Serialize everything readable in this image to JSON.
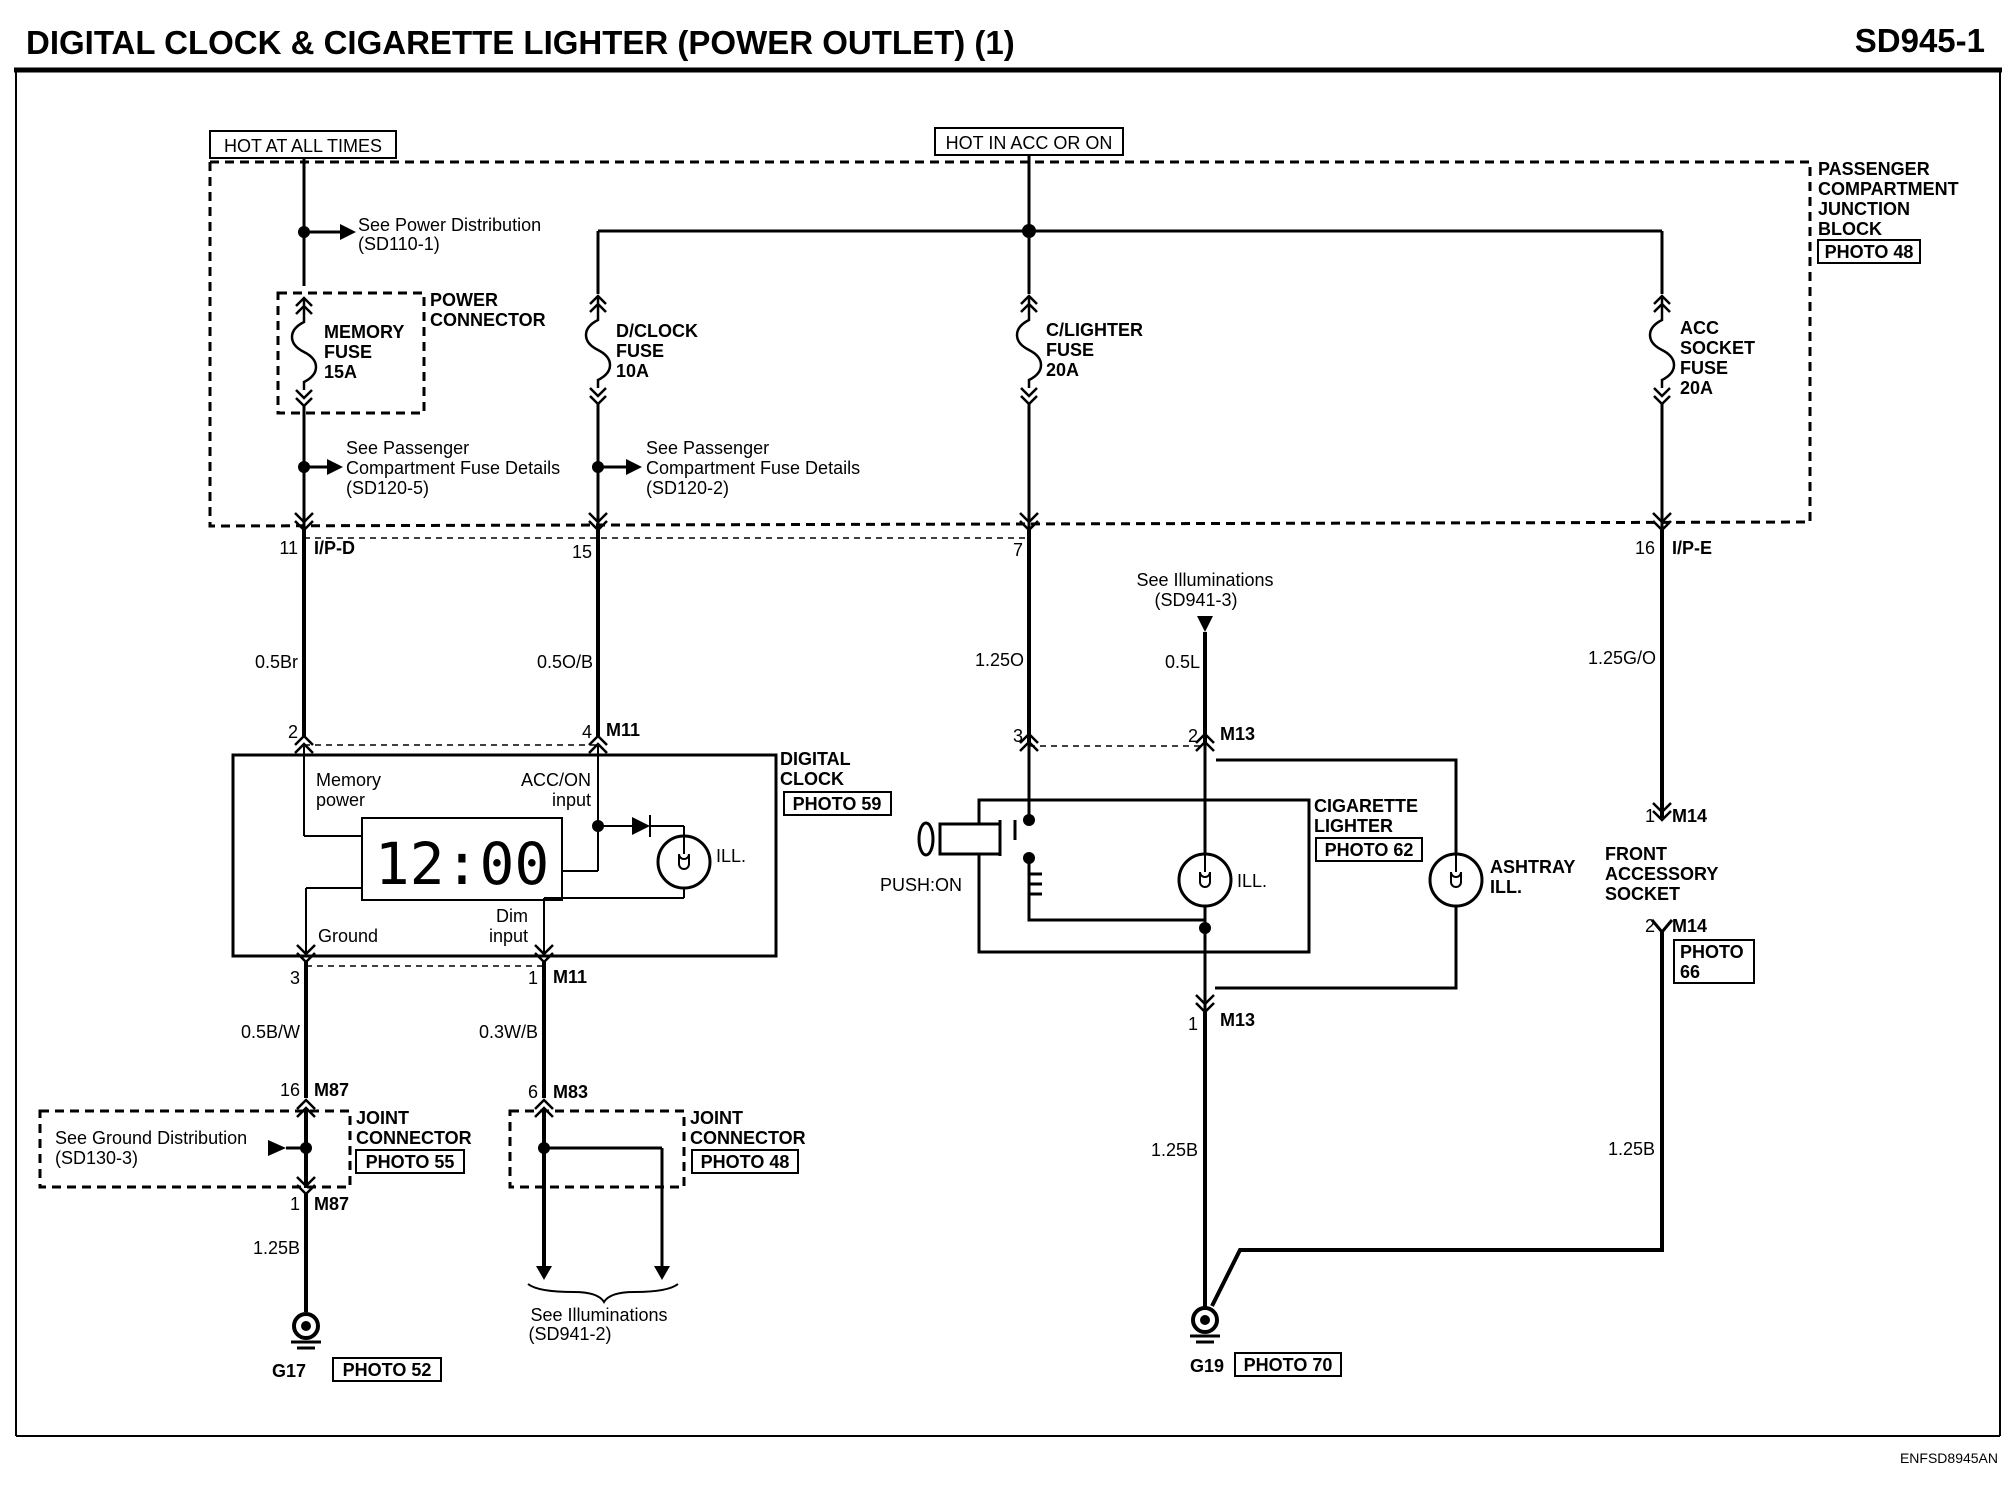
{
  "header": {
    "title": "DIGITAL CLOCK & CIGARETTE LIGHTER (POWER OUTLET) (1)",
    "code": "SD945-1"
  },
  "footer": {
    "code": "ENFSD8945AN"
  },
  "power": {
    "hot_all": "HOT AT ALL TIMES",
    "hot_acc": "HOT IN ACC OR ON"
  },
  "junction_block": {
    "l1": "PASSENGER",
    "l2": "COMPARTMENT",
    "l3": "JUNCTION",
    "l4": "BLOCK",
    "photo": "PHOTO 48"
  },
  "refs": {
    "power_dist_1": "See Power Distribution",
    "power_dist_2": "(SD110-1)",
    "fuse_details_a1": "See Passenger",
    "fuse_details_a2": "Compartment Fuse Details",
    "fuse_details_a3": "(SD120-5)",
    "fuse_details_b1": "See Passenger",
    "fuse_details_b2": "Compartment Fuse Details",
    "fuse_details_b3": "(SD120-2)",
    "illum_a1": "See Illuminations",
    "illum_a2": "(SD941-3)",
    "ground_dist_1": "See Ground Distribution",
    "ground_dist_2": "(SD130-3)",
    "illum_b1": "See Illuminations",
    "illum_b2": "(SD941-2)"
  },
  "fuses": {
    "memory": {
      "l1": "MEMORY",
      "l2": "FUSE",
      "l3": "15A"
    },
    "power_connector": {
      "l1": "POWER",
      "l2": "CONNECTOR"
    },
    "dclock": {
      "l1": "D/CLOCK",
      "l2": "FUSE",
      "l3": "10A"
    },
    "clighter": {
      "l1": "C/LIGHTER",
      "l2": "FUSE",
      "l3": "20A"
    },
    "acc": {
      "l1": "ACC",
      "l2": "SOCKET",
      "l3": "FUSE",
      "l4": "20A"
    }
  },
  "pins": {
    "p11": "11",
    "ipd": "I/P-D",
    "p15": "15",
    "p7": "7",
    "p16": "16",
    "ipe": "I/P-E",
    "c2": "2",
    "c4": "4",
    "m11a": "M11",
    "l3": "3",
    "l2": "2",
    "m13a": "M13",
    "m14a_pin": "1",
    "m14a": "M14",
    "m14b_pin": "2",
    "m14b": "M14",
    "c3": "3",
    "c1": "1",
    "m11b": "M11",
    "m13b_pin": "1",
    "m13b": "M13",
    "m87a_pin": "16",
    "m87a": "M87",
    "m87b_pin": "1",
    "m87b": "M87",
    "m83_pin": "6",
    "m83": "M83"
  },
  "wires": {
    "w1": "0.5Br",
    "w2": "0.5O/B",
    "w3": "1.25O",
    "w4": "0.5L",
    "w5": "1.25G/O",
    "w6": "0.5B/W",
    "w7": "0.3W/B",
    "w8": "1.25B",
    "w9": "1.25B",
    "w10": "1.25B"
  },
  "clock": {
    "l1": "DIGITAL",
    "l2": "CLOCK",
    "photo": "PHOTO 59",
    "memory_1": "Memory",
    "memory_2": "power",
    "acc_1": "ACC/ON",
    "acc_2": "input",
    "ground": "Ground",
    "dim_1": "Dim",
    "dim_2": "input",
    "display": "12:00",
    "ill": "ILL."
  },
  "lighter": {
    "l1": "CIGARETTE",
    "l2": "LIGHTER",
    "photo": "PHOTO 62",
    "push": "PUSH:ON",
    "ill": "ILL."
  },
  "ashtray": {
    "l1": "ASHTRAY",
    "l2": "ILL."
  },
  "socket": {
    "l1": "FRONT",
    "l2": "ACCESSORY",
    "l3": "SOCKET",
    "photo_1": "PHOTO",
    "photo_2": "66"
  },
  "joints": {
    "l1": "JOINT",
    "l2": "CONNECTOR",
    "photo_a": "PHOTO 55",
    "photo_b": "PHOTO 48"
  },
  "grounds": {
    "g17": "G17",
    "g17_photo": "PHOTO 52",
    "g19": "G19",
    "g19_photo": "PHOTO 70"
  }
}
